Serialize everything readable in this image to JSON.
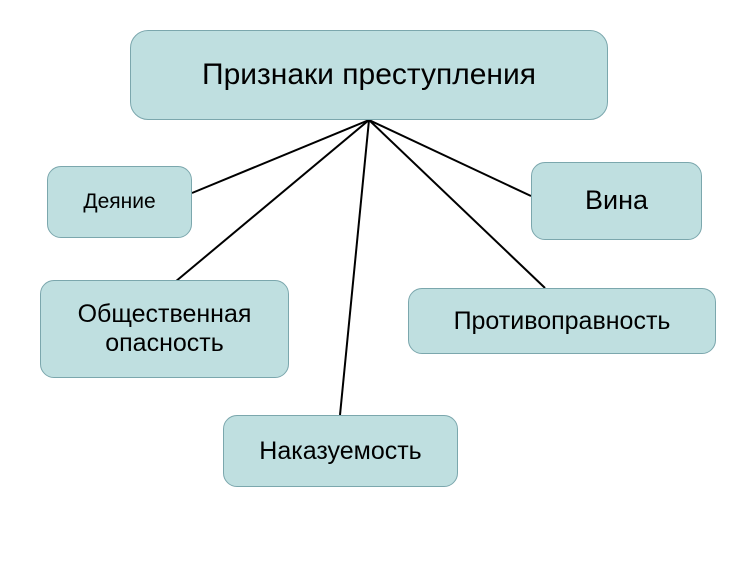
{
  "diagram": {
    "type": "mind-map",
    "background_color": "#ffffff",
    "node_fill_color": "#bfdfe0",
    "node_border_color": "#7ba7ad",
    "line_color": "#000000",
    "root": {
      "id": "root",
      "label": "Признаки преступления"
    },
    "nodes": [
      {
        "id": "deyanie",
        "label": "Деяние"
      },
      {
        "id": "obshchestvennaya-opasnost",
        "label": "Общественная опасность"
      },
      {
        "id": "nakazuemost",
        "label": "Наказуемость"
      },
      {
        "id": "protivopravnost",
        "label": "Противоправность"
      },
      {
        "id": "vina",
        "label": "Вина"
      }
    ],
    "edges": [
      {
        "from": "root",
        "to": "deyanie"
      },
      {
        "from": "root",
        "to": "obshchestvennaya-opasnost"
      },
      {
        "from": "root",
        "to": "nakazuemost"
      },
      {
        "from": "root",
        "to": "protivopravnost"
      },
      {
        "from": "root",
        "to": "vina"
      }
    ]
  }
}
